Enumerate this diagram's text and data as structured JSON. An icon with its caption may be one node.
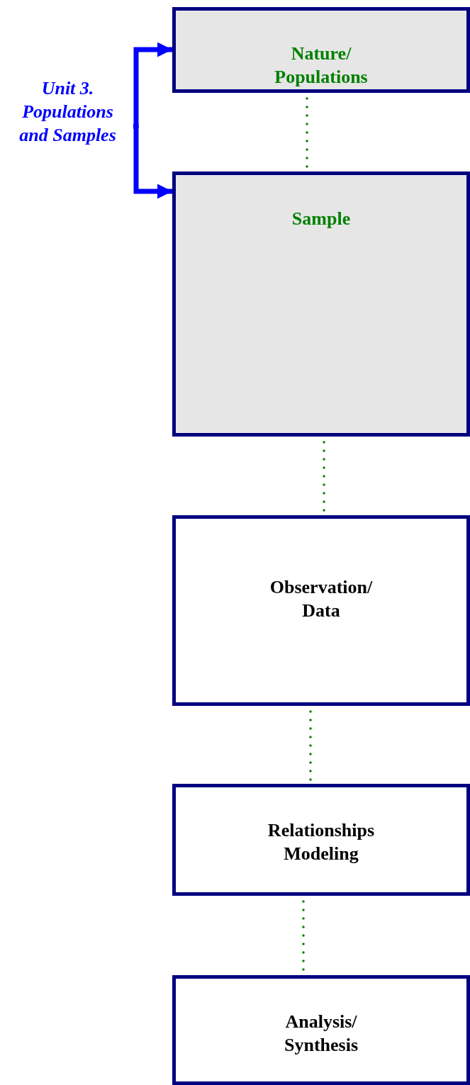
{
  "diagram": {
    "nodes": [
      {
        "text": [
          "Unit 3. Populations and Samples"
        ]
      },
      {
        "text": [
          "Nature/ Populations"
        ]
      },
      {
        "text": [
          "Sample"
        ]
      },
      {
        "text": [
          "Observation/ Data"
        ]
      },
      {
        "text": [
          "Relationships Modeling"
        ]
      },
      {
        "text": [
          "Analysis/ Synthesis"
        ]
      }
    ],
    "edges": [
      {
        "from": 0,
        "to": 1,
        "arrow": "to",
        "style": "thick",
        "color": "#0000ff"
      },
      {
        "from": 0,
        "to": 2,
        "arrow": "to",
        "style": "thick",
        "color": "#0000ff"
      },
      {
        "from": 1,
        "to": 2,
        "arrow": "none",
        "style": "dashed"
      },
      {
        "from": 2,
        "to": 3,
        "arrow": "none",
        "style": "dashed"
      },
      {
        "from": 3,
        "to": 4,
        "arrow": "none",
        "style": "dashed"
      },
      {
        "from": 4,
        "to": 5,
        "arrow": "none",
        "style": "dashed"
      }
    ]
  }
}
